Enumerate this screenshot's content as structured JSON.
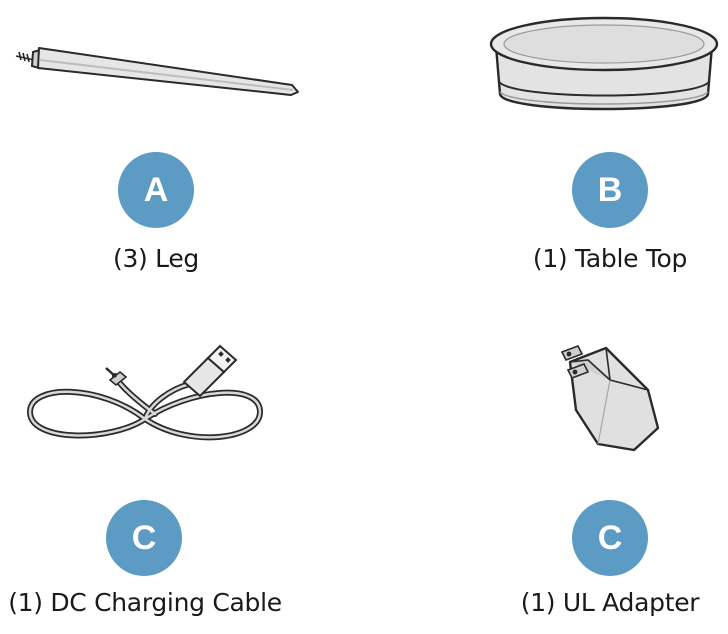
{
  "colors": {
    "badge": "#5b9bc4",
    "badge_text": "#ffffff",
    "outline": "#2a2a2a",
    "fill_light": "#e6e6e6",
    "fill_mid": "#cfcfcf"
  },
  "parts": [
    {
      "id": "leg",
      "letter": "A",
      "label": "(3) Leg",
      "icon": "leg-icon"
    },
    {
      "id": "table-top",
      "letter": "B",
      "label": "(1) Table Top",
      "icon": "table-top-icon"
    },
    {
      "id": "dc-cable",
      "letter": "C",
      "label": "(1) DC Charging Cable",
      "icon": "cable-icon"
    },
    {
      "id": "ul-adapter",
      "letter": "C",
      "label": "(1) UL Adapter",
      "icon": "adapter-icon"
    }
  ]
}
